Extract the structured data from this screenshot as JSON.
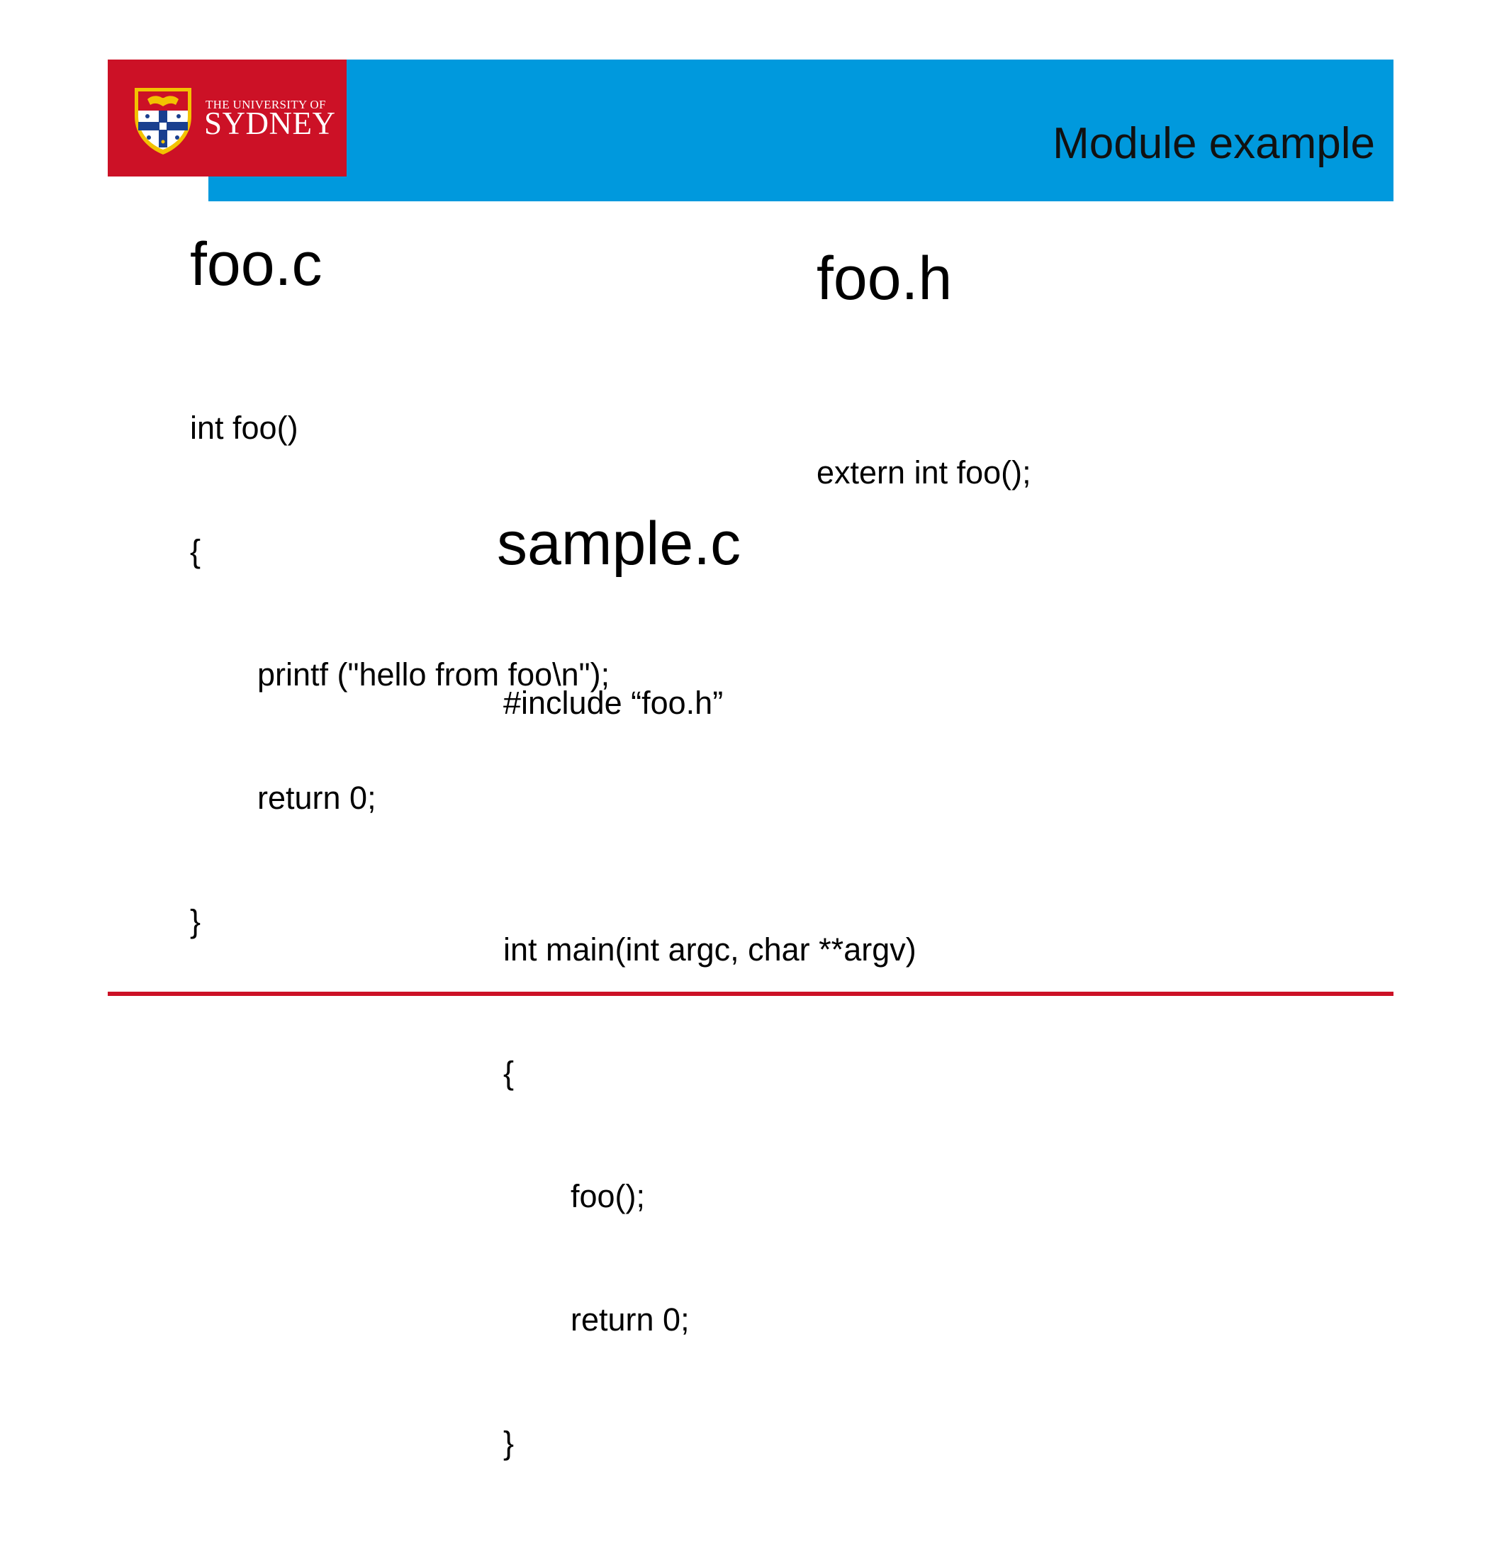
{
  "header": {
    "title": "Module example",
    "logo": {
      "line1": "THE UNIVERSITY OF",
      "line2": "SYDNEY",
      "icon": "university-crest-icon"
    },
    "colors": {
      "blue": "#0099dd",
      "red": "#cc1126"
    }
  },
  "foo_c": {
    "heading": "foo.c",
    "lines": [
      {
        "text": "int foo()",
        "indent": false
      },
      {
        "text": "{",
        "indent": false
      },
      {
        "text": "printf (\"hello from foo\\n\");",
        "indent": true
      },
      {
        "text": "return 0;",
        "indent": true
      },
      {
        "text": "}",
        "indent": false
      }
    ]
  },
  "foo_h": {
    "heading": "foo.h",
    "lines": [
      {
        "text": "extern int foo();",
        "indent": false
      }
    ]
  },
  "sample_c": {
    "heading": "sample.c",
    "lines": [
      {
        "text": "#include “foo.h”",
        "indent": false
      },
      {
        "text": "",
        "indent": false
      },
      {
        "text": "int main(int argc, char **argv)",
        "indent": false
      },
      {
        "text": "{",
        "indent": false
      },
      {
        "text": "foo();",
        "indent": true
      },
      {
        "text": "return 0;",
        "indent": true
      },
      {
        "text": "}",
        "indent": false
      }
    ]
  }
}
